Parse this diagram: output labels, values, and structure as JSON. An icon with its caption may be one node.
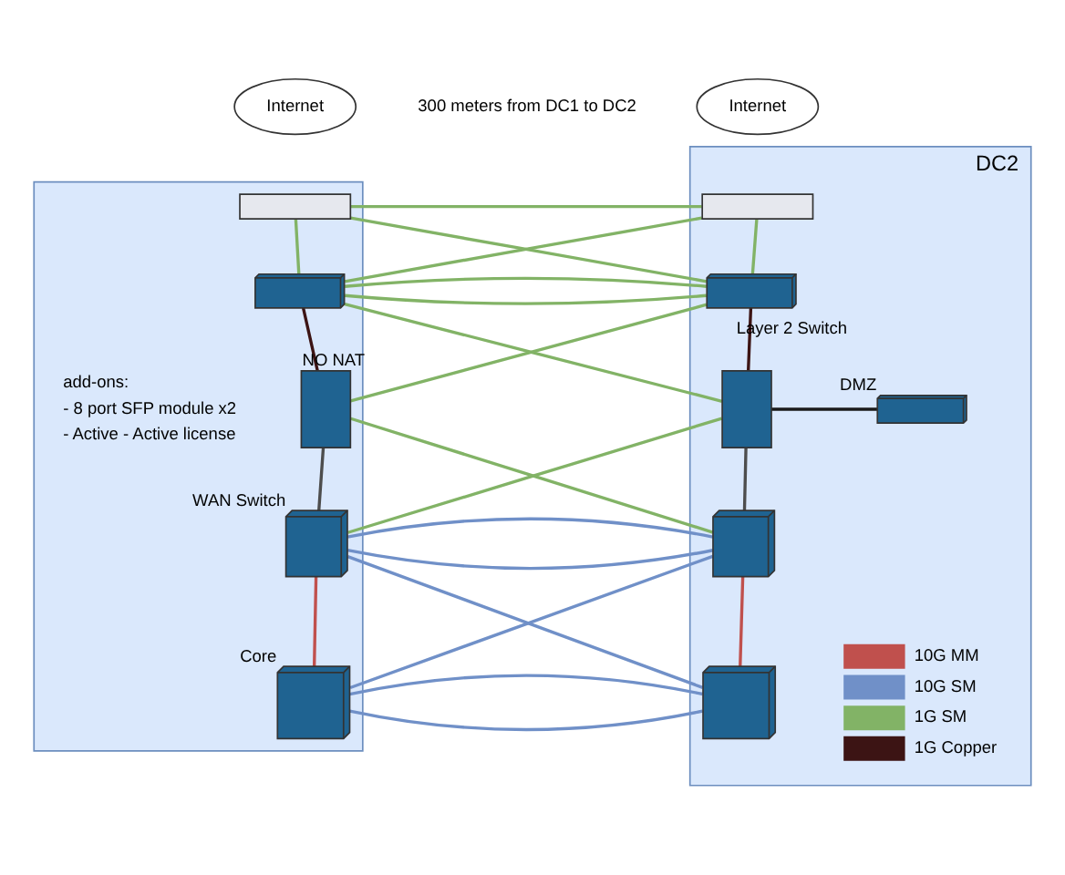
{
  "diagram": {
    "nodes": [
      {
        "text": [],
        "shape": "box"
      },
      {
        "text": [
          "DC2"
        ]
      },
      {
        "text": [
          "Internet"
        ]
      },
      {
        "text": [
          "Internet"
        ]
      },
      {
        "text": [],
        "shape": "box",
        "in": 0
      },
      {
        "text": [],
        "shape": "box",
        "in": 1
      },
      {
        "text": [],
        "shape": "box",
        "in": 0
      },
      {
        "text": [],
        "shape": "box",
        "in": 1,
        "beside": [
          "Layer 2 Switch"
        ]
      },
      {
        "text": [],
        "shape": "box",
        "in": 0,
        "beside": [
          "NO NAT"
        ]
      },
      {
        "text": [],
        "shape": "box",
        "in": 1
      },
      {
        "text": [],
        "shape": "box",
        "in": 1,
        "beside": [
          "DMZ"
        ]
      },
      {
        "text": [],
        "shape": "box",
        "in": 0,
        "beside": [
          "WAN Switch"
        ]
      },
      {
        "text": [],
        "shape": "box",
        "in": 1
      },
      {
        "text": [],
        "shape": "box",
        "in": 0,
        "beside": [
          "Core"
        ]
      },
      {
        "text": [],
        "shape": "box",
        "in": 1
      }
    ],
    "edges": [
      {
        "from": 4,
        "to": 5,
        "arrow": "none"
      },
      {
        "from": 4,
        "to": 6,
        "arrow": "none"
      },
      {
        "from": 4,
        "to": 7,
        "arrow": "none"
      },
      {
        "from": 5,
        "to": 6,
        "arrow": "none"
      },
      {
        "from": 5,
        "to": 7,
        "arrow": "none"
      },
      {
        "from": 6,
        "to": 7,
        "arrow": "none"
      },
      {
        "from": 6,
        "to": 7,
        "arrow": "none"
      },
      {
        "from": 6,
        "to": 8,
        "arrow": "none",
        "color": "#3c1414"
      },
      {
        "from": 7,
        "to": 9,
        "arrow": "none",
        "color": "#3c1414"
      },
      {
        "from": 6,
        "to": 9,
        "arrow": "none"
      },
      {
        "from": 7,
        "to": 8,
        "arrow": "none"
      },
      {
        "from": 9,
        "to": 10,
        "arrow": "none",
        "color": "#1a1a1a"
      },
      {
        "from": 8,
        "to": 11,
        "arrow": "none",
        "color": "#4d4d4d"
      },
      {
        "from": 9,
        "to": 12,
        "arrow": "none",
        "color": "#4d4d4d"
      },
      {
        "from": 8,
        "to": 12,
        "arrow": "none"
      },
      {
        "from": 9,
        "to": 11,
        "arrow": "none"
      },
      {
        "from": 11,
        "to": 12,
        "arrow": "none",
        "color": "#7090c8"
      },
      {
        "from": 11,
        "to": 12,
        "arrow": "none",
        "color": "#7090c8"
      },
      {
        "from": 11,
        "to": 13,
        "arrow": "none",
        "color": "#c0504d"
      },
      {
        "from": 12,
        "to": 14,
        "arrow": "none",
        "color": "#c0504d"
      },
      {
        "from": 11,
        "to": 14,
        "arrow": "none",
        "color": "#7090c8"
      },
      {
        "from": 12,
        "to": 13,
        "arrow": "none",
        "color": "#7090c8"
      },
      {
        "from": 13,
        "to": 14,
        "arrow": "none",
        "color": "#7090c8"
      },
      {
        "from": 13,
        "to": 14,
        "arrow": "none",
        "color": "#7090c8"
      }
    ],
    "labels": [
      "300 meters from DC1 to DC2",
      "add-ons:",
      "- 8 port SFP module x2",
      "- Active - Active license"
    ],
    "legend": [
      {
        "text": "10G MM"
      },
      {
        "text": "10G SM"
      },
      {
        "text": "1G SM"
      },
      {
        "text": "1G Copper"
      }
    ]
  }
}
